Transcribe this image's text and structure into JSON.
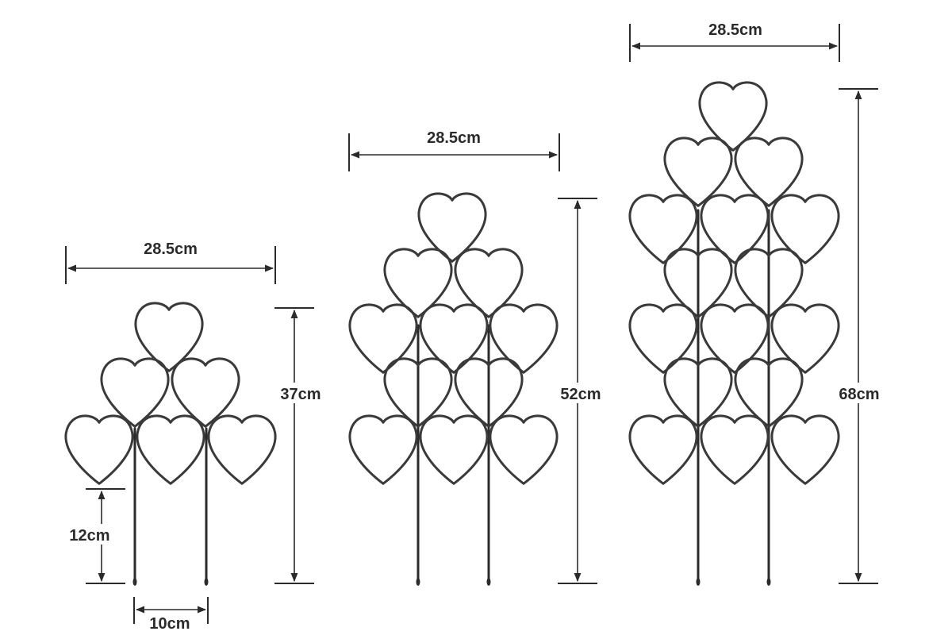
{
  "colors": {
    "line": "#3a3a3a",
    "text": "#2a2a2a",
    "background": "#ffffff"
  },
  "trellis_small": {
    "width_label": "28.5cm",
    "height_label": "37cm",
    "stake_length_label": "12cm",
    "stake_spacing_label": "10cm"
  },
  "trellis_medium": {
    "width_label": "28.5cm",
    "height_label": "52cm"
  },
  "trellis_large": {
    "width_label": "28.5cm",
    "height_label": "68cm"
  }
}
